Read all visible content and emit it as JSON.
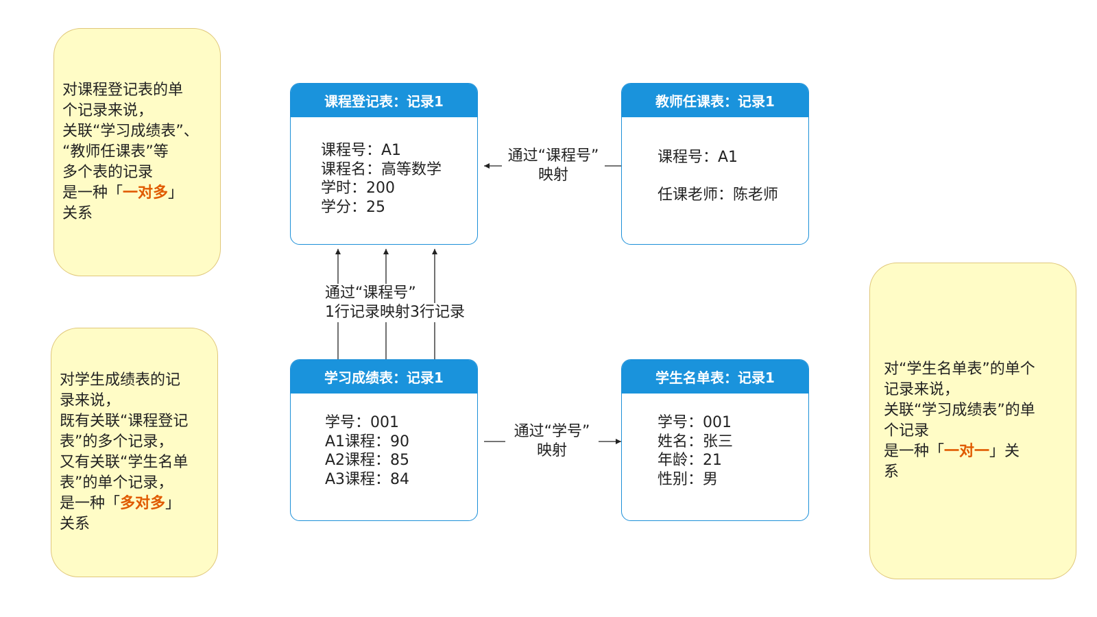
{
  "cards": {
    "course_registration": {
      "title": "课程登记表：记录1",
      "lines": [
        "课程号：A1",
        "课程名：高等数学",
        "学时：200",
        "学分：25"
      ]
    },
    "teacher_assignment": {
      "title": "教师任课表：记录1",
      "lines": [
        "课程号：A1",
        "",
        "任课老师：陈老师"
      ]
    },
    "study_scores": {
      "title": "学习成绩表：记录1",
      "lines": [
        "学号：001",
        "A1课程：90",
        "A2课程：85",
        "A3课程：84"
      ]
    },
    "student_roster": {
      "title": "学生名单表：记录1",
      "lines": [
        "学号：001",
        "姓名：张三",
        "年龄：21",
        "性别：男"
      ]
    }
  },
  "edge_labels": {
    "teacher_to_course": [
      "通过“课程号”",
      "映射"
    ],
    "scores_to_course": [
      "通过“课程号”",
      "1行记录映射3行记录"
    ],
    "scores_to_roster": [
      "通过“学号”",
      "映射"
    ]
  },
  "notes": {
    "one_to_many": {
      "lines": [
        "对课程登记表的单",
        "个记录来说，",
        "关联“学习成绩表”、",
        "“教师任课表”等",
        "多个表的记录"
      ],
      "relation_prefix": "是一种「",
      "relation": "一对多",
      "relation_suffix": "」",
      "tail": "关系"
    },
    "many_to_many": {
      "lines": [
        "对学生成绩表的记",
        "录来说，",
        "既有关联“课程登记",
        "表”的多个记录，",
        "又有关联“学生名单",
        "表”的单个记录，"
      ],
      "relation_prefix": "是一种「",
      "relation": "多对多",
      "relation_suffix": "」",
      "tail": "关系"
    },
    "one_to_one": {
      "lines": [
        "对“学生名单表”的单个",
        "记录来说，",
        "关联“学习成绩表”的单",
        "个记录"
      ],
      "relation_prefix": "是一种「",
      "relation": "一对一",
      "relation_suffix": "」关",
      "tail": "系"
    }
  },
  "colors": {
    "card_header": "#1a93dc",
    "card_border": "#1b8fd8",
    "note_fill": "#fffcc6",
    "note_border": "#e0c77a",
    "highlight": "#e05a00"
  }
}
